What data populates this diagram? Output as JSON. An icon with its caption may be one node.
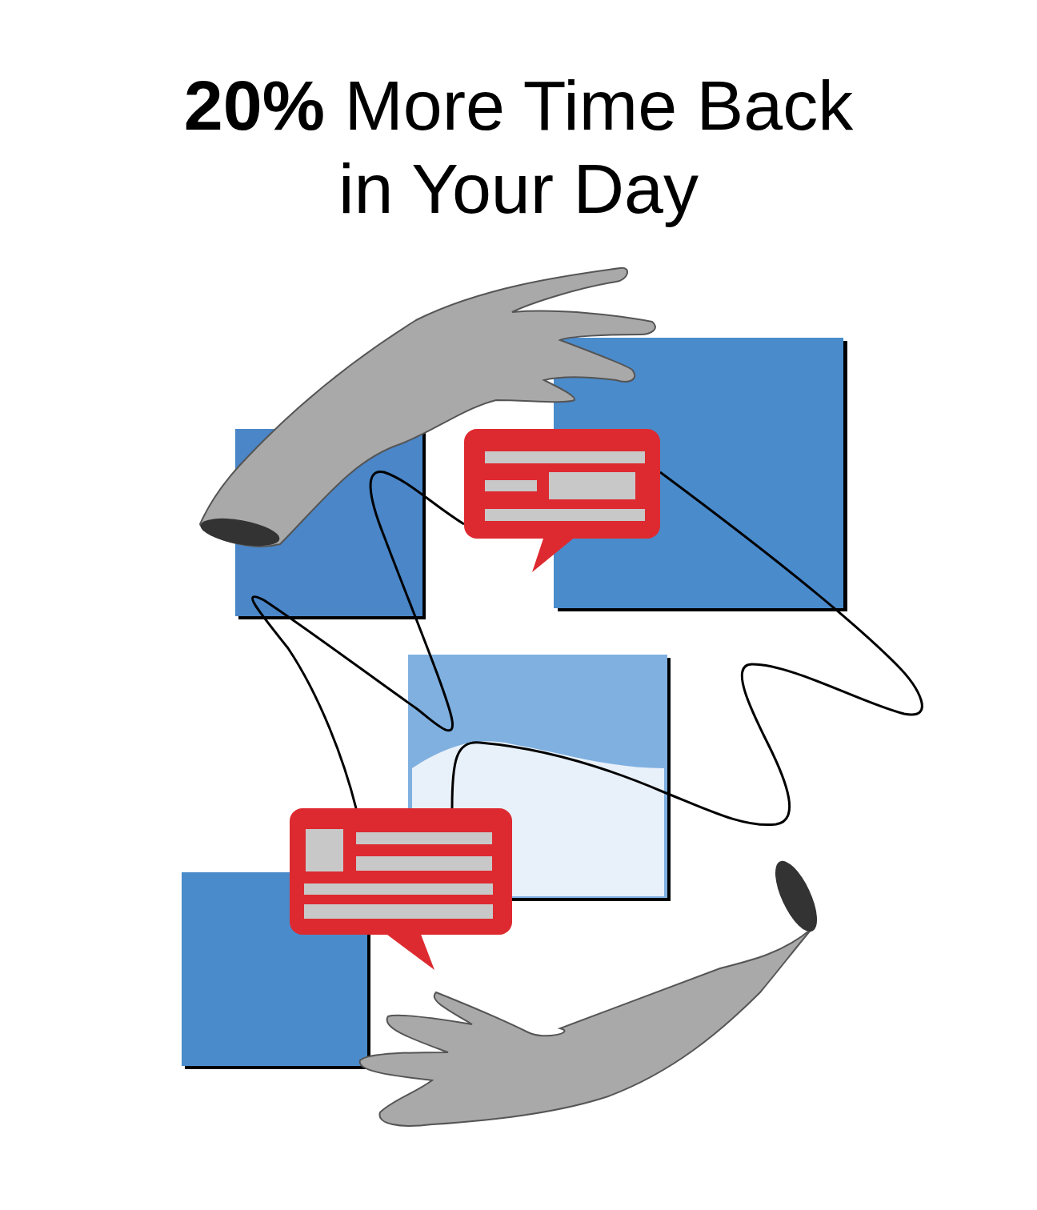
{
  "diagram": {
    "title": "**20%** More Time Back in Your Day",
    "nodes": [
      {
        "text": [],
        "shape": "bubble"
      },
      {
        "text": [],
        "shape": "bubble"
      }
    ],
    "edges": [
      {
        "from": 0,
        "to": 1,
        "arrow": "none"
      },
      {
        "from": 1,
        "to": 0,
        "arrow": "none"
      }
    ]
  }
}
